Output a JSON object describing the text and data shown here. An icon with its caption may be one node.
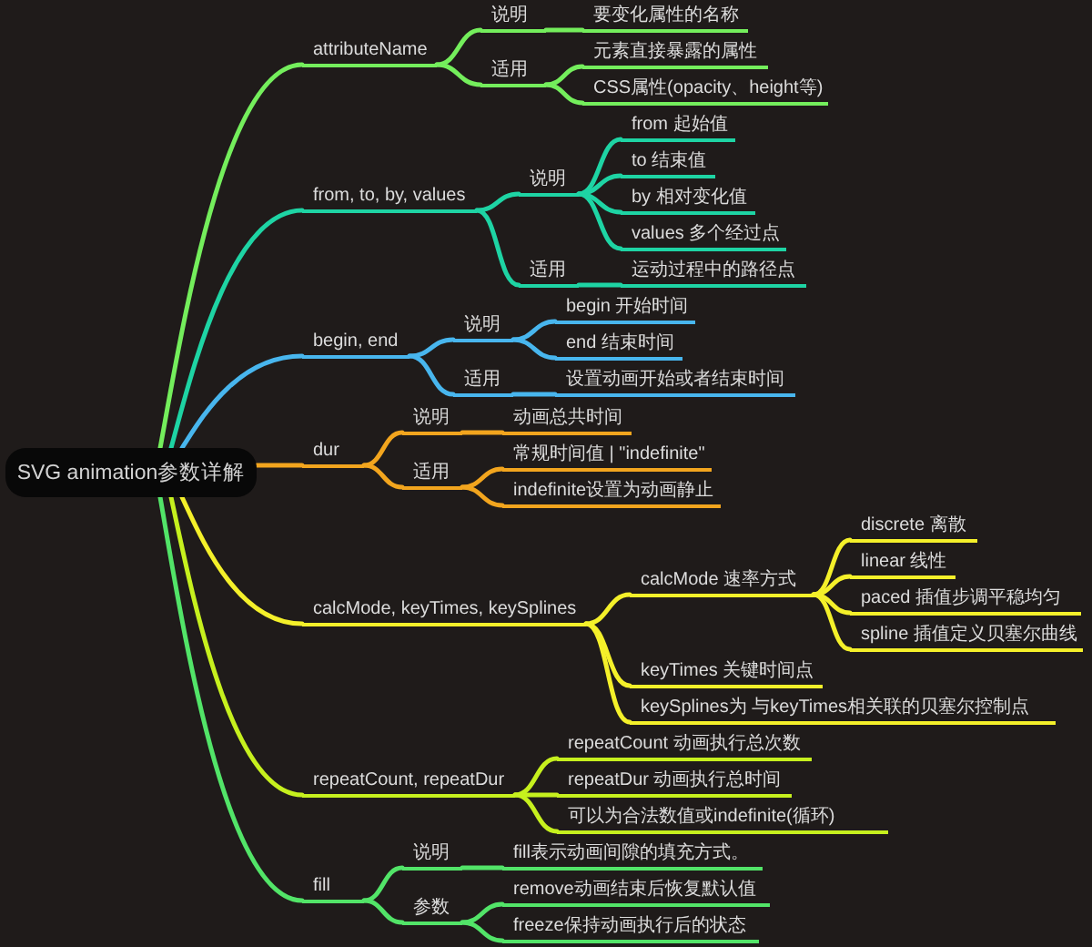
{
  "diagram": {
    "nodes": [
      {
        "text": [
          "SVG animation参数详解"
        ]
      },
      {
        "text": [
          "attributeName"
        ]
      },
      {
        "text": [
          "说明"
        ]
      },
      {
        "text": [
          "要变化属性的名称"
        ]
      },
      {
        "text": [
          "适用"
        ]
      },
      {
        "text": [
          "元素直接暴露的属性"
        ]
      },
      {
        "text": [
          "CSS属性(opacity、height等)"
        ]
      },
      {
        "text": [
          "from, to, by, values"
        ]
      },
      {
        "text": [
          "说明"
        ]
      },
      {
        "text": [
          "from 起始值"
        ]
      },
      {
        "text": [
          "to 结束值"
        ]
      },
      {
        "text": [
          "by 相对变化值"
        ]
      },
      {
        "text": [
          "values 多个经过点"
        ]
      },
      {
        "text": [
          "适用"
        ]
      },
      {
        "text": [
          "运动过程中的路径点"
        ]
      },
      {
        "text": [
          "begin, end"
        ]
      },
      {
        "text": [
          "说明"
        ]
      },
      {
        "text": [
          "begin 开始时间"
        ]
      },
      {
        "text": [
          "end 结束时间"
        ]
      },
      {
        "text": [
          "适用"
        ]
      },
      {
        "text": [
          "设置动画开始或者结束时间"
        ]
      },
      {
        "text": [
          "dur"
        ]
      },
      {
        "text": [
          "说明"
        ]
      },
      {
        "text": [
          "动画总共时间"
        ]
      },
      {
        "text": [
          "适用"
        ]
      },
      {
        "text": [
          "常规时间值 | \"indefinite\""
        ]
      },
      {
        "text": [
          "indefinite设置为动画静止"
        ]
      },
      {
        "text": [
          "calcMode, keyTimes, keySplines"
        ]
      },
      {
        "text": [
          "calcMode 速率方式"
        ]
      },
      {
        "text": [
          "discrete 离散"
        ]
      },
      {
        "text": [
          "linear 线性"
        ]
      },
      {
        "text": [
          "paced 插值步调平稳均匀"
        ]
      },
      {
        "text": [
          "spline 插值定义贝塞尔曲线"
        ]
      },
      {
        "text": [
          "keyTimes 关键时间点"
        ]
      },
      {
        "text": [
          "keySplines为 与keyTimes相关联的贝塞尔控制点"
        ]
      },
      {
        "text": [
          "repeatCount, repeatDur"
        ]
      },
      {
        "text": [
          "repeatCount 动画执行总次数"
        ]
      },
      {
        "text": [
          "repeatDur 动画执行总时间"
        ]
      },
      {
        "text": [
          "可以为合法数值或indefinite(循环)"
        ]
      },
      {
        "text": [
          "fill"
        ]
      },
      {
        "text": [
          "说明"
        ]
      },
      {
        "text": [
          "fill表示动画间隙的填充方式。"
        ]
      },
      {
        "text": [
          "参数"
        ]
      },
      {
        "text": [
          "remove动画结束后恢复默认值"
        ]
      },
      {
        "text": [
          "freeze保持动画执行后的状态"
        ]
      }
    ],
    "edges": [
      {
        "from": 0,
        "to": 1,
        "arrow": "none",
        "color": "#74ee5c"
      },
      {
        "from": 1,
        "to": 2,
        "arrow": "none",
        "color": "#74ee5c"
      },
      {
        "from": 2,
        "to": 3,
        "arrow": "none",
        "color": "#74ee5c"
      },
      {
        "from": 1,
        "to": 4,
        "arrow": "none",
        "color": "#74ee5c"
      },
      {
        "from": 4,
        "to": 5,
        "arrow": "none",
        "color": "#74ee5c"
      },
      {
        "from": 4,
        "to": 6,
        "arrow": "none",
        "color": "#74ee5c"
      },
      {
        "from": 0,
        "to": 7,
        "arrow": "none",
        "color": "#1ed4a4"
      },
      {
        "from": 7,
        "to": 8,
        "arrow": "none",
        "color": "#1ed4a4"
      },
      {
        "from": 8,
        "to": 9,
        "arrow": "none",
        "color": "#1ed4a4"
      },
      {
        "from": 8,
        "to": 10,
        "arrow": "none",
        "color": "#1ed4a4"
      },
      {
        "from": 8,
        "to": 11,
        "arrow": "none",
        "color": "#1ed4a4"
      },
      {
        "from": 8,
        "to": 12,
        "arrow": "none",
        "color": "#1ed4a4"
      },
      {
        "from": 7,
        "to": 13,
        "arrow": "none",
        "color": "#1ed4a4"
      },
      {
        "from": 13,
        "to": 14,
        "arrow": "none",
        "color": "#1ed4a4"
      },
      {
        "from": 0,
        "to": 15,
        "arrow": "none",
        "color": "#48b6ee"
      },
      {
        "from": 15,
        "to": 16,
        "arrow": "none",
        "color": "#48b6ee"
      },
      {
        "from": 16,
        "to": 17,
        "arrow": "none",
        "color": "#48b6ee"
      },
      {
        "from": 16,
        "to": 18,
        "arrow": "none",
        "color": "#48b6ee"
      },
      {
        "from": 15,
        "to": 19,
        "arrow": "none",
        "color": "#48b6ee"
      },
      {
        "from": 19,
        "to": 20,
        "arrow": "none",
        "color": "#48b6ee"
      },
      {
        "from": 0,
        "to": 21,
        "arrow": "none",
        "color": "#f2a51e"
      },
      {
        "from": 21,
        "to": 22,
        "arrow": "none",
        "color": "#f2a51e"
      },
      {
        "from": 22,
        "to": 23,
        "arrow": "none",
        "color": "#f2a51e"
      },
      {
        "from": 21,
        "to": 24,
        "arrow": "none",
        "color": "#f2a51e"
      },
      {
        "from": 24,
        "to": 25,
        "arrow": "none",
        "color": "#f2a51e"
      },
      {
        "from": 24,
        "to": 26,
        "arrow": "none",
        "color": "#f2a51e"
      },
      {
        "from": 0,
        "to": 27,
        "arrow": "none",
        "color": "#f4f02a"
      },
      {
        "from": 27,
        "to": 28,
        "arrow": "none",
        "color": "#f4f02a"
      },
      {
        "from": 28,
        "to": 29,
        "arrow": "none",
        "color": "#f4f02a"
      },
      {
        "from": 28,
        "to": 30,
        "arrow": "none",
        "color": "#f4f02a"
      },
      {
        "from": 28,
        "to": 31,
        "arrow": "none",
        "color": "#f4f02a"
      },
      {
        "from": 28,
        "to": 32,
        "arrow": "none",
        "color": "#f4f02a"
      },
      {
        "from": 27,
        "to": 33,
        "arrow": "none",
        "color": "#f4f02a"
      },
      {
        "from": 27,
        "to": 34,
        "arrow": "none",
        "color": "#f4f02a"
      },
      {
        "from": 0,
        "to": 35,
        "arrow": "none",
        "color": "#c6f01e"
      },
      {
        "from": 35,
        "to": 36,
        "arrow": "none",
        "color": "#c6f01e"
      },
      {
        "from": 35,
        "to": 37,
        "arrow": "none",
        "color": "#c6f01e"
      },
      {
        "from": 35,
        "to": 38,
        "arrow": "none",
        "color": "#c6f01e"
      },
      {
        "from": 0,
        "to": 39,
        "arrow": "none",
        "color": "#52e468"
      },
      {
        "from": 39,
        "to": 40,
        "arrow": "none",
        "color": "#52e468"
      },
      {
        "from": 40,
        "to": 41,
        "arrow": "none",
        "color": "#52e468"
      },
      {
        "from": 39,
        "to": 42,
        "arrow": "none",
        "color": "#52e468"
      },
      {
        "from": 42,
        "to": 43,
        "arrow": "none",
        "color": "#52e468"
      },
      {
        "from": 42,
        "to": 44,
        "arrow": "none",
        "color": "#52e468"
      }
    ]
  }
}
